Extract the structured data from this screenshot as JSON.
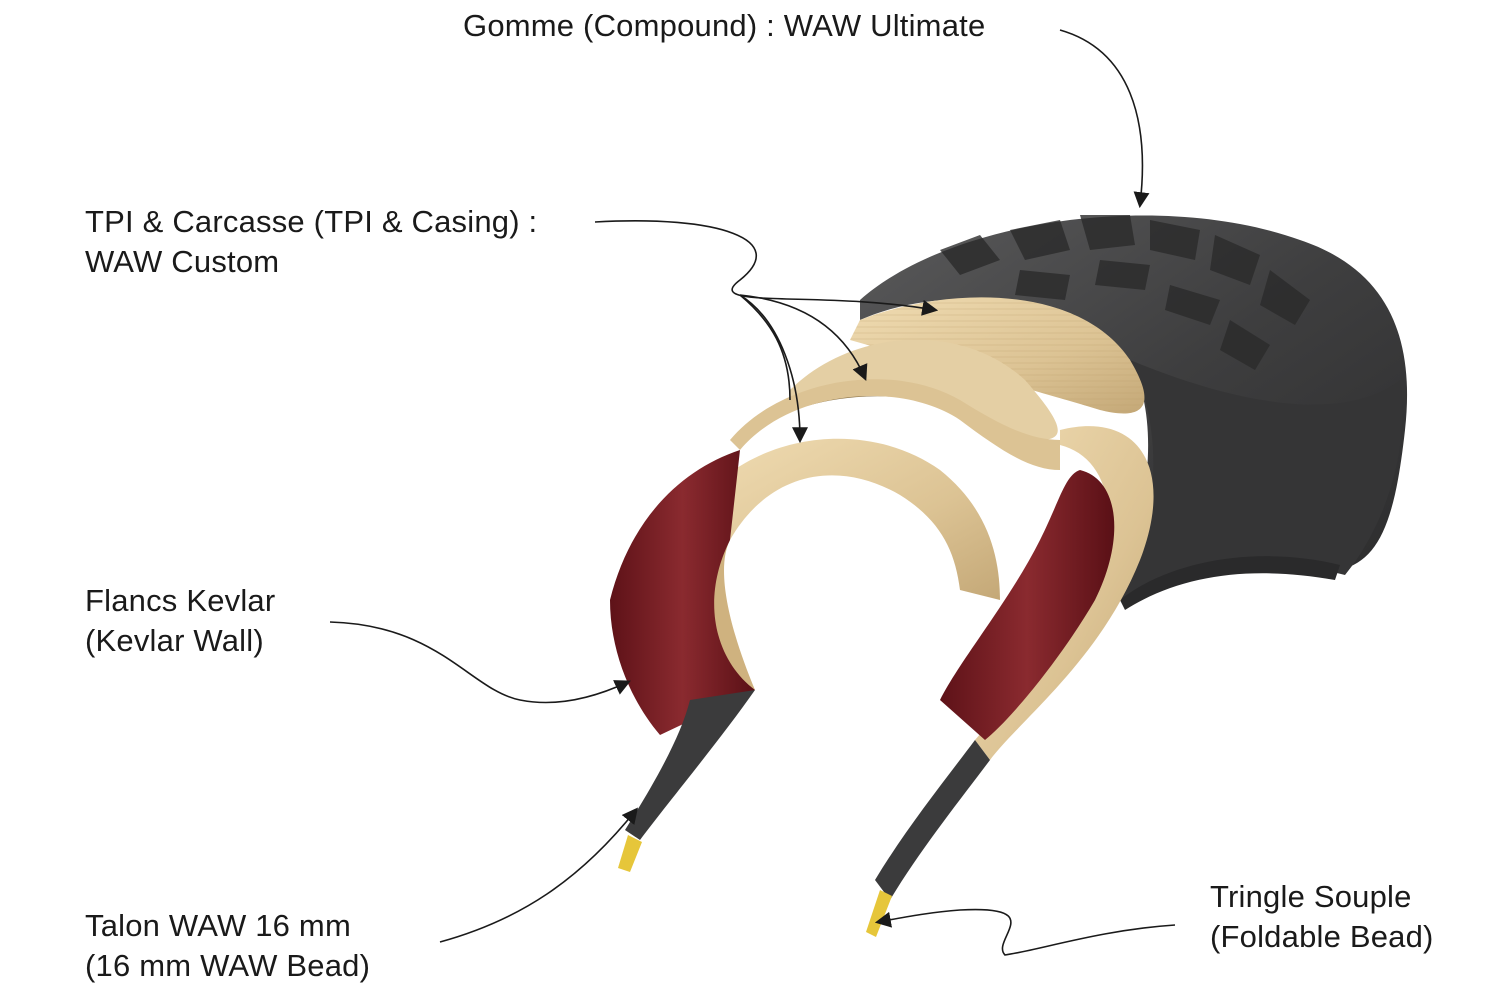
{
  "colors": {
    "tread": "#3c3c3d",
    "tread_dark": "#2a2a2b",
    "casing": "#e2cb9f",
    "casing_shade": "#c8ad7c",
    "kevlar": "#7a1c22",
    "bead_core": "#e6c63a",
    "arrow": "#1a1a1a"
  },
  "labels": {
    "compound": {
      "line1": "Gomme (Compound) : WAW Ultimate",
      "icon": "pointer-arrow"
    },
    "casing": {
      "line1": "TPI & Carcasse (TPI & Casing) :",
      "line2": "WAW Custom",
      "icon": "pointer-arrow"
    },
    "kevlar": {
      "line1": "Flancs Kevlar",
      "line2": "(Kevlar Wall)",
      "icon": "pointer-arrow"
    },
    "bead16": {
      "line1": "Talon WAW 16 mm",
      "line2": "(16 mm WAW Bead)",
      "icon": "pointer-arrow"
    },
    "foldable": {
      "line1": "Tringle Souple",
      "line2": "(Foldable Bead)",
      "icon": "pointer-arrow"
    }
  }
}
